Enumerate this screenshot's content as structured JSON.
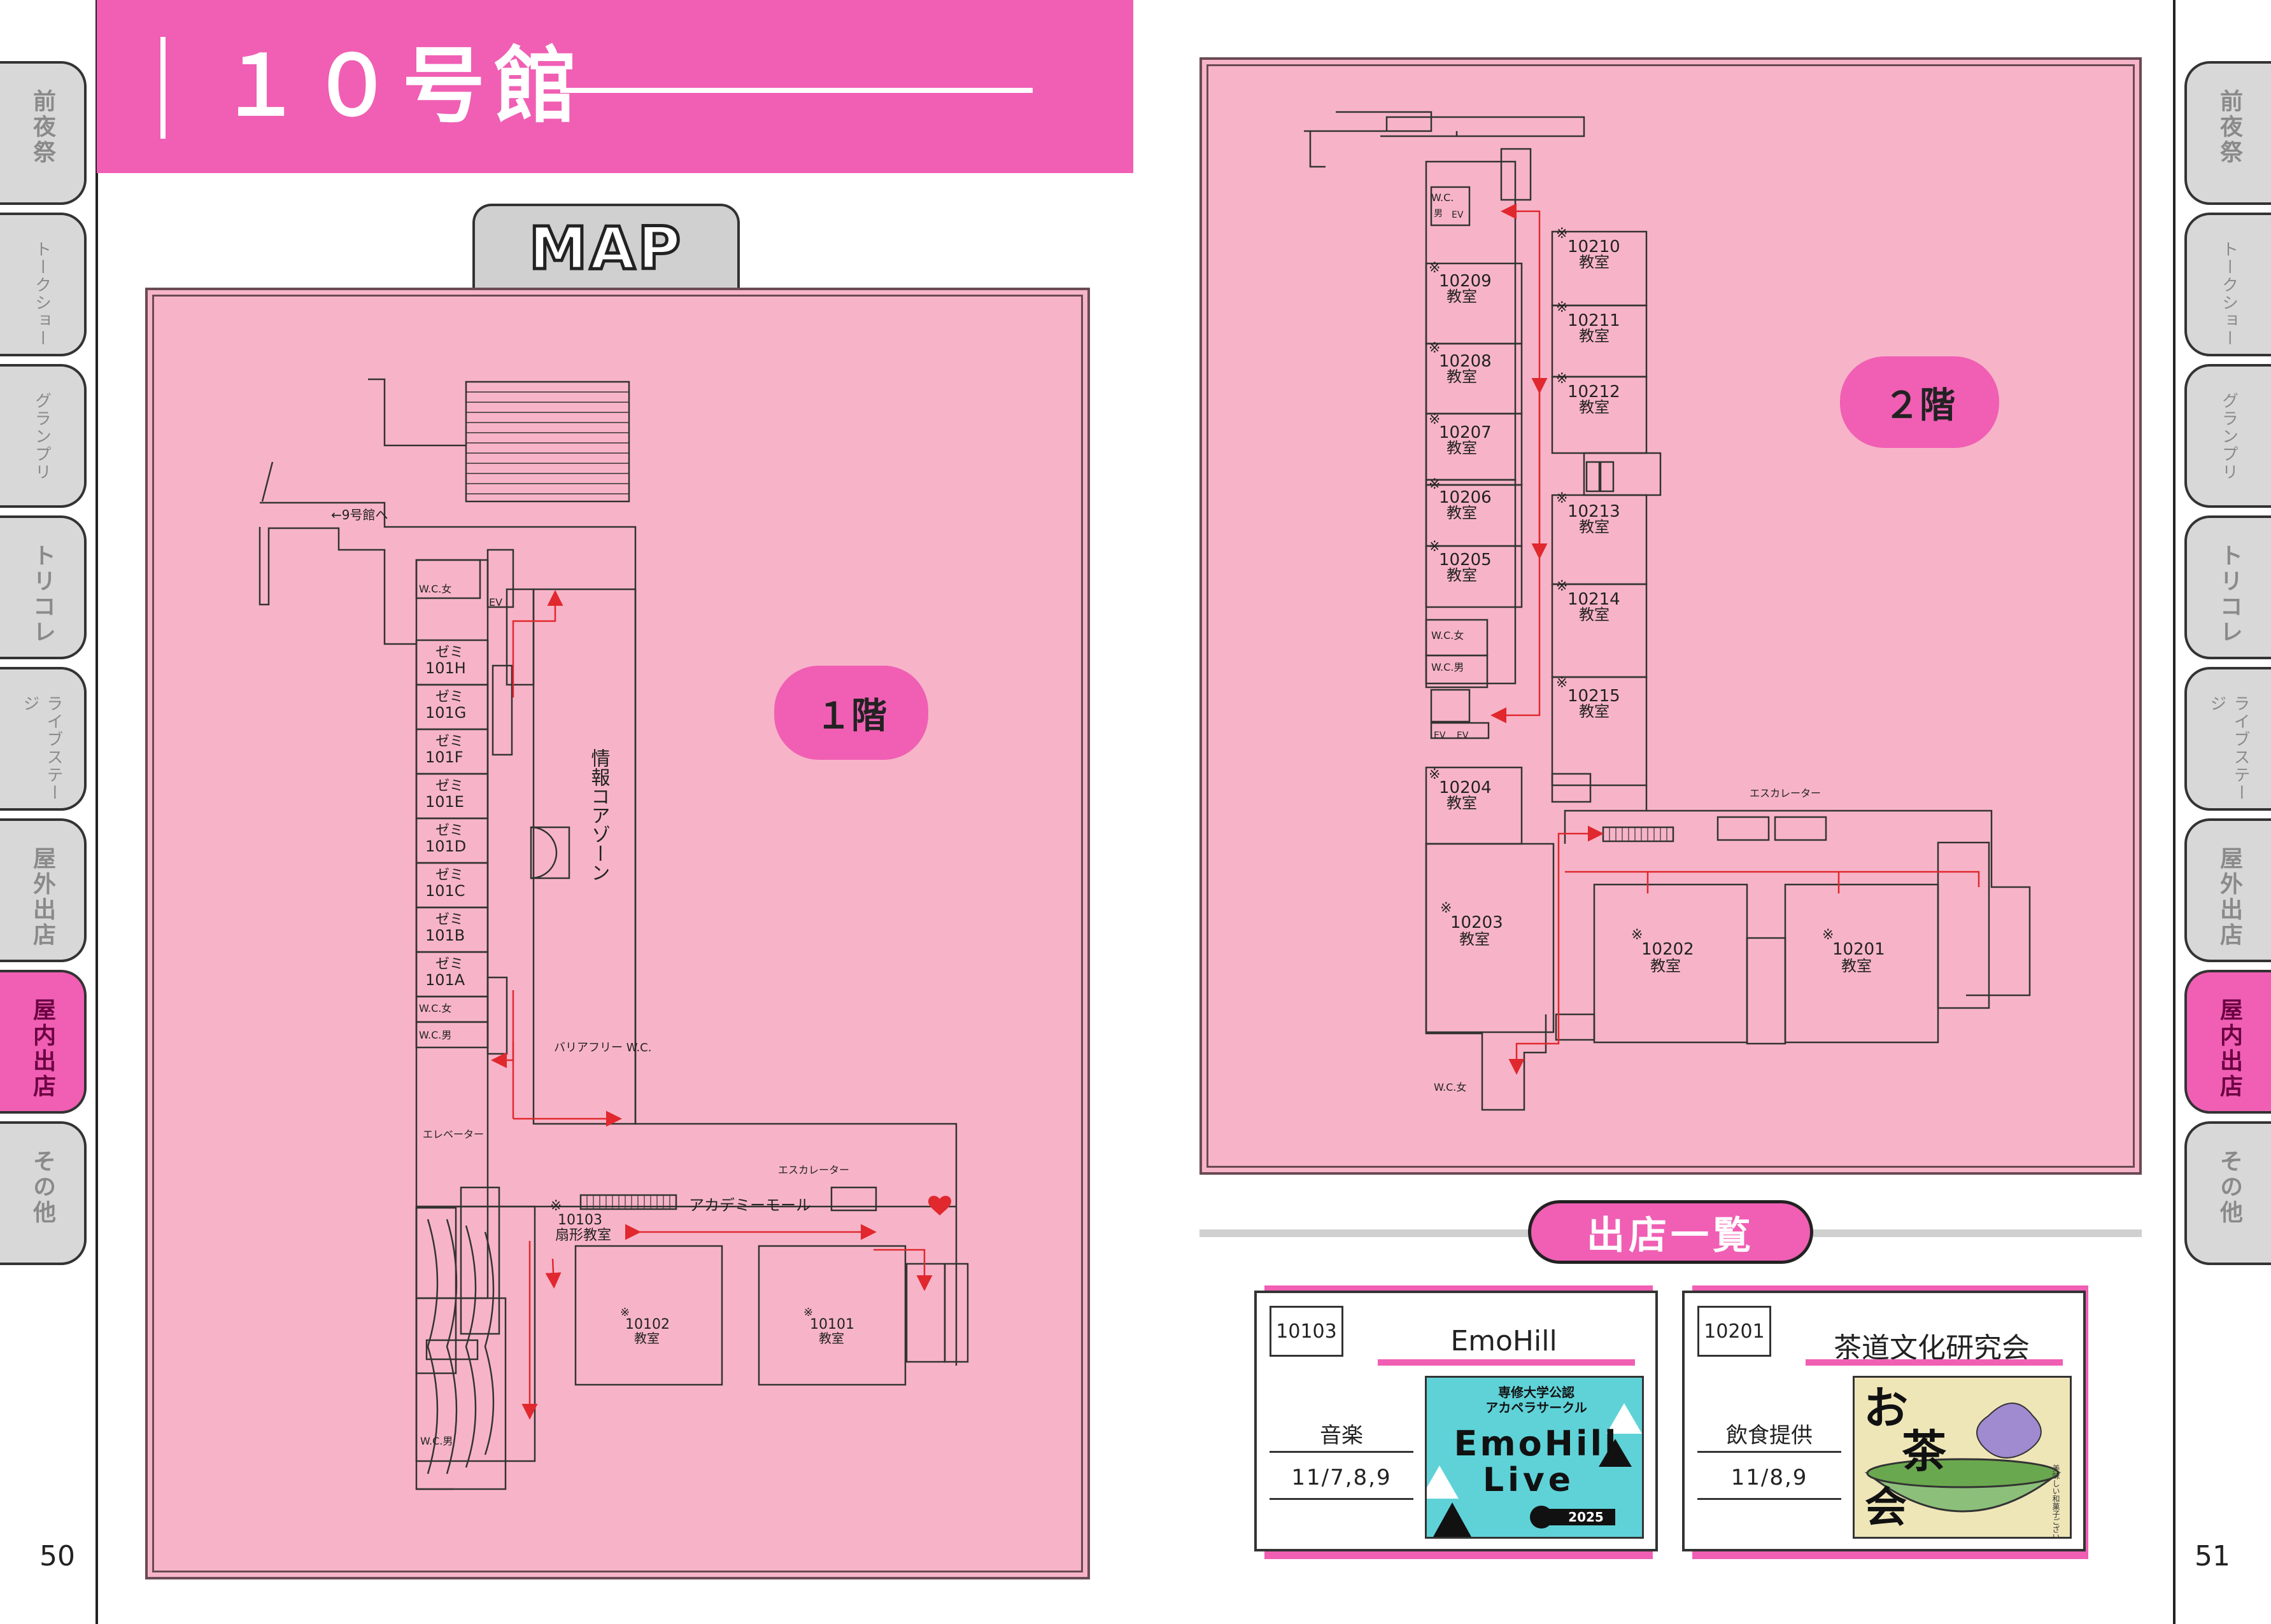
{
  "header": {
    "title": "１０号館"
  },
  "map_label": "MAP",
  "side_tabs": [
    "前夜祭",
    "トークショー",
    "グランプリ",
    "トリコレ",
    "ライブステージ",
    "屋外出店",
    "屋内出店",
    "その他"
  ],
  "active_tab": "屋内出店",
  "page_numbers": {
    "left": "50",
    "right": "51"
  },
  "floor1": {
    "badge": "１階",
    "labels": {
      "to9": "←9号館へ",
      "wc_w": "W.C.女",
      "ev": "EV",
      "info_core": "情報コアゾーン",
      "barrier_free": "バリアフリー W.C.",
      "elevator": "エレベーター",
      "escalator": "エスカレーター",
      "academy_mall": "アカデミーモール",
      "wc_w2": "W.C.女",
      "wc_m": "W.C.男",
      "wc_m2": "W.C.男"
    },
    "seminar_rooms": [
      "101H",
      "101G",
      "101F",
      "101E",
      "101D",
      "101C",
      "101B",
      "101A"
    ],
    "seminar_prefix": "ゼミ",
    "rooms": {
      "r10103": "10103",
      "r10103_name": "扇形教室",
      "r10102": "10102",
      "r10101": "10101",
      "classroom": "教室",
      "mark": "※"
    }
  },
  "floor2": {
    "badge": "２階",
    "rooms_left": [
      "10209",
      "10208",
      "10207",
      "10206",
      "10205",
      "10204"
    ],
    "rooms_right": [
      "10210",
      "10211",
      "10212",
      "10213",
      "10214",
      "10215"
    ],
    "rooms_bottom": [
      "10203",
      "10202",
      "10201"
    ],
    "classroom": "教室",
    "mark": "※",
    "labels": {
      "wc": "W.C.",
      "wc_m": "男",
      "ev": "EV",
      "wc_w": "W.C.女",
      "wc_m2": "W.C.男",
      "escalator": "エスカレーター",
      "wc_w_bottom": "W.C.女"
    }
  },
  "shop_list": {
    "title": "出店一覧",
    "cards": [
      {
        "id": "10103",
        "name": "EmoHill",
        "genre": "音楽",
        "dates": "11/7,8,9",
        "image_text": {
          "line1": "専修大学公認",
          "line2": "アカペラサークル",
          "big1": "EmoHill",
          "big2": "Live",
          "year": "2025"
        }
      },
      {
        "id": "10201",
        "name": "茶道文化研究会",
        "genre": "飲食提供",
        "dates": "11/8,9",
        "image_text": {
          "o": "お",
          "cha": "茶",
          "kai": "会",
          "note": "美味しい和菓子ございます。"
        }
      }
    ]
  },
  "colors": {
    "accent_pink": "#f05fb4",
    "map_bg": "#f7b4c8",
    "tab_gray": "#d8d8d8",
    "arrow_red": "#e0282e",
    "poster_cyan": "#5fd2d8"
  }
}
